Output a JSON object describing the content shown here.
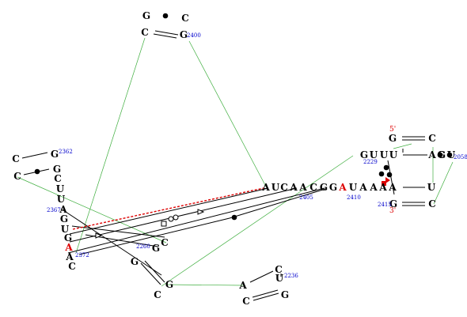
{
  "colors": {
    "base": "#000000",
    "highlight": "#dd0000",
    "number": "#0000cc",
    "tertiary": "#3fae3f",
    "pseudoknot": "#dd0000"
  },
  "nucleotides": [
    {
      "id": "g1",
      "letter": "G"
    },
    {
      "id": "c1",
      "letter": "C"
    },
    {
      "id": "c2",
      "letter": "C"
    },
    {
      "id": "g2",
      "letter": "G"
    },
    {
      "id": "c3",
      "letter": "C"
    },
    {
      "id": "g3",
      "letter": "G"
    },
    {
      "id": "c4",
      "letter": "C"
    },
    {
      "id": "g4",
      "letter": "G"
    },
    {
      "id": "c5",
      "letter": "C"
    },
    {
      "id": "u1",
      "letter": "U"
    },
    {
      "id": "u2",
      "letter": "U"
    },
    {
      "id": "a1",
      "letter": "A"
    },
    {
      "id": "g5",
      "letter": "G"
    },
    {
      "id": "u3",
      "letter": "U"
    },
    {
      "id": "g6",
      "letter": "G"
    },
    {
      "id": "a2",
      "letter": "A",
      "red": true
    },
    {
      "id": "a3",
      "letter": "A"
    },
    {
      "id": "c6",
      "letter": "C"
    },
    {
      "id": "c7",
      "letter": "C"
    },
    {
      "id": "g7",
      "letter": "G"
    },
    {
      "id": "g8",
      "letter": "G"
    },
    {
      "id": "g9",
      "letter": "G"
    },
    {
      "id": "c8",
      "letter": "C"
    },
    {
      "id": "a4",
      "letter": "A"
    },
    {
      "id": "u4",
      "letter": "U"
    },
    {
      "id": "c9",
      "letter": "C"
    },
    {
      "id": "a5",
      "letter": "A"
    },
    {
      "id": "a6",
      "letter": "A"
    },
    {
      "id": "c10",
      "letter": "C"
    },
    {
      "id": "g10",
      "letter": "G"
    },
    {
      "id": "g11",
      "letter": "G"
    },
    {
      "id": "a7",
      "letter": "A",
      "red": true
    },
    {
      "id": "u5",
      "letter": "U"
    },
    {
      "id": "a8",
      "letter": "A"
    },
    {
      "id": "a9",
      "letter": "A"
    },
    {
      "id": "a10",
      "letter": "A"
    },
    {
      "id": "a11",
      "letter": "A"
    },
    {
      "id": "g12",
      "letter": "G"
    },
    {
      "id": "u6",
      "letter": "U"
    },
    {
      "id": "u7",
      "letter": "U"
    },
    {
      "id": "u8",
      "letter": "U"
    },
    {
      "id": "g13",
      "letter": "G"
    },
    {
      "id": "c11",
      "letter": "C"
    },
    {
      "id": "a12",
      "letter": "A"
    },
    {
      "id": "g14",
      "letter": "G"
    },
    {
      "id": "c12",
      "letter": "C"
    },
    {
      "id": "u9",
      "letter": "U"
    },
    {
      "id": "u10",
      "letter": "U"
    },
    {
      "id": "g15",
      "letter": "G"
    },
    {
      "id": "c13",
      "letter": "C"
    },
    {
      "id": "c14",
      "letter": "C"
    },
    {
      "id": "u11",
      "letter": "U"
    },
    {
      "id": "a13",
      "letter": "A"
    },
    {
      "id": "c15",
      "letter": "C"
    },
    {
      "id": "g16",
      "letter": "G"
    }
  ],
  "numbers": [
    {
      "id": "n2400",
      "text": "2400"
    },
    {
      "id": "n2362",
      "text": "2362"
    },
    {
      "id": "n2367",
      "text": "2367"
    },
    {
      "id": "n2372",
      "text": "2372"
    },
    {
      "id": "n2260",
      "text": "2260"
    },
    {
      "id": "n2405",
      "text": "2405"
    },
    {
      "id": "n2410",
      "text": "2410"
    },
    {
      "id": "n2229",
      "text": "2229"
    },
    {
      "id": "n2415",
      "text": "2415"
    },
    {
      "id": "n2058",
      "text": "2058"
    },
    {
      "id": "n2236",
      "text": "2236"
    }
  ],
  "ends": [
    {
      "id": "five",
      "text": "5'"
    },
    {
      "id": "three",
      "text": "3'"
    }
  ]
}
